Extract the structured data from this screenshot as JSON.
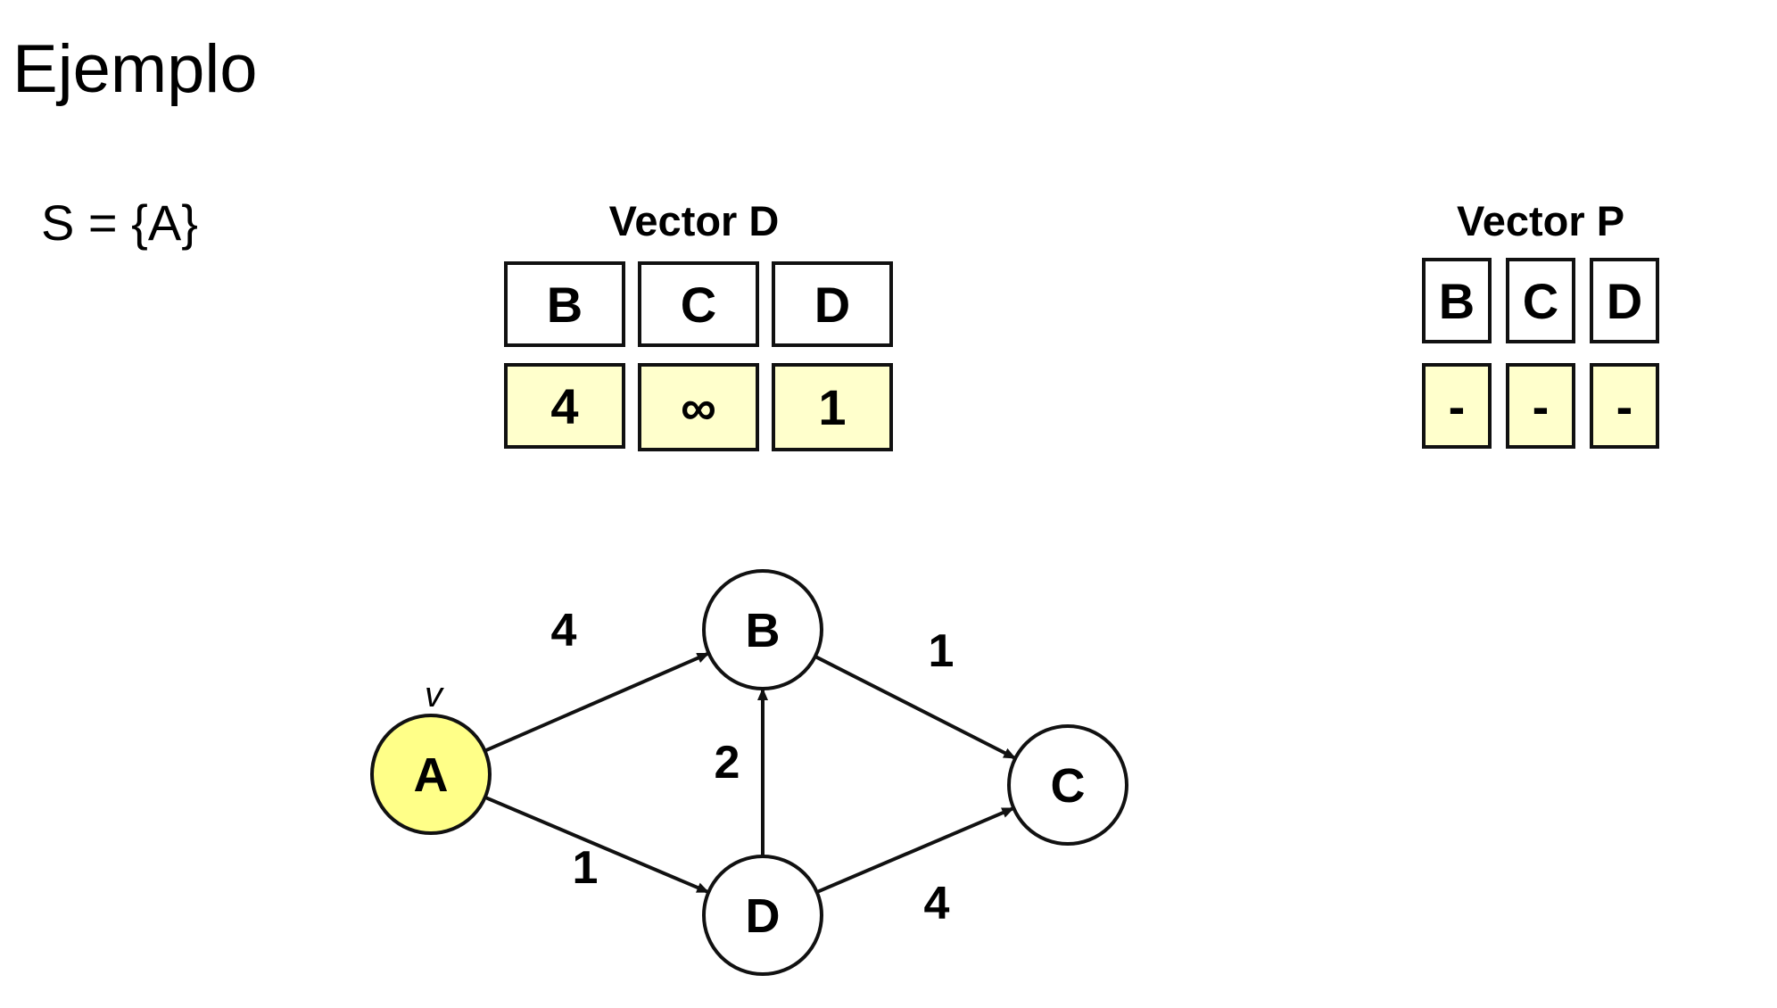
{
  "slide": {
    "title": "Ejemplo",
    "set_label": "S = {A}"
  },
  "vector_d": {
    "title": "Vector D",
    "headers": [
      "B",
      "C",
      "D"
    ],
    "values": [
      "4",
      "∞",
      "1"
    ]
  },
  "vector_p": {
    "title": "Vector P",
    "headers": [
      "B",
      "C",
      "D"
    ],
    "values": [
      "-",
      "-",
      "-"
    ]
  },
  "graph": {
    "current_marker": "v",
    "nodes": [
      {
        "id": "A",
        "label": "A",
        "highlighted": true
      },
      {
        "id": "B",
        "label": "B",
        "highlighted": false
      },
      {
        "id": "C",
        "label": "C",
        "highlighted": false
      },
      {
        "id": "D",
        "label": "D",
        "highlighted": false
      }
    ],
    "edges": [
      {
        "from": "A",
        "to": "B",
        "weight": "4"
      },
      {
        "from": "A",
        "to": "D",
        "weight": "1"
      },
      {
        "from": "B",
        "to": "C",
        "weight": "1"
      },
      {
        "from": "D",
        "to": "B",
        "weight": "2"
      },
      {
        "from": "D",
        "to": "C",
        "weight": "4"
      }
    ]
  },
  "colors": {
    "highlight_fill": "#ffff88",
    "cell_value_fill": "#ffffcc",
    "stroke": "#111111"
  }
}
